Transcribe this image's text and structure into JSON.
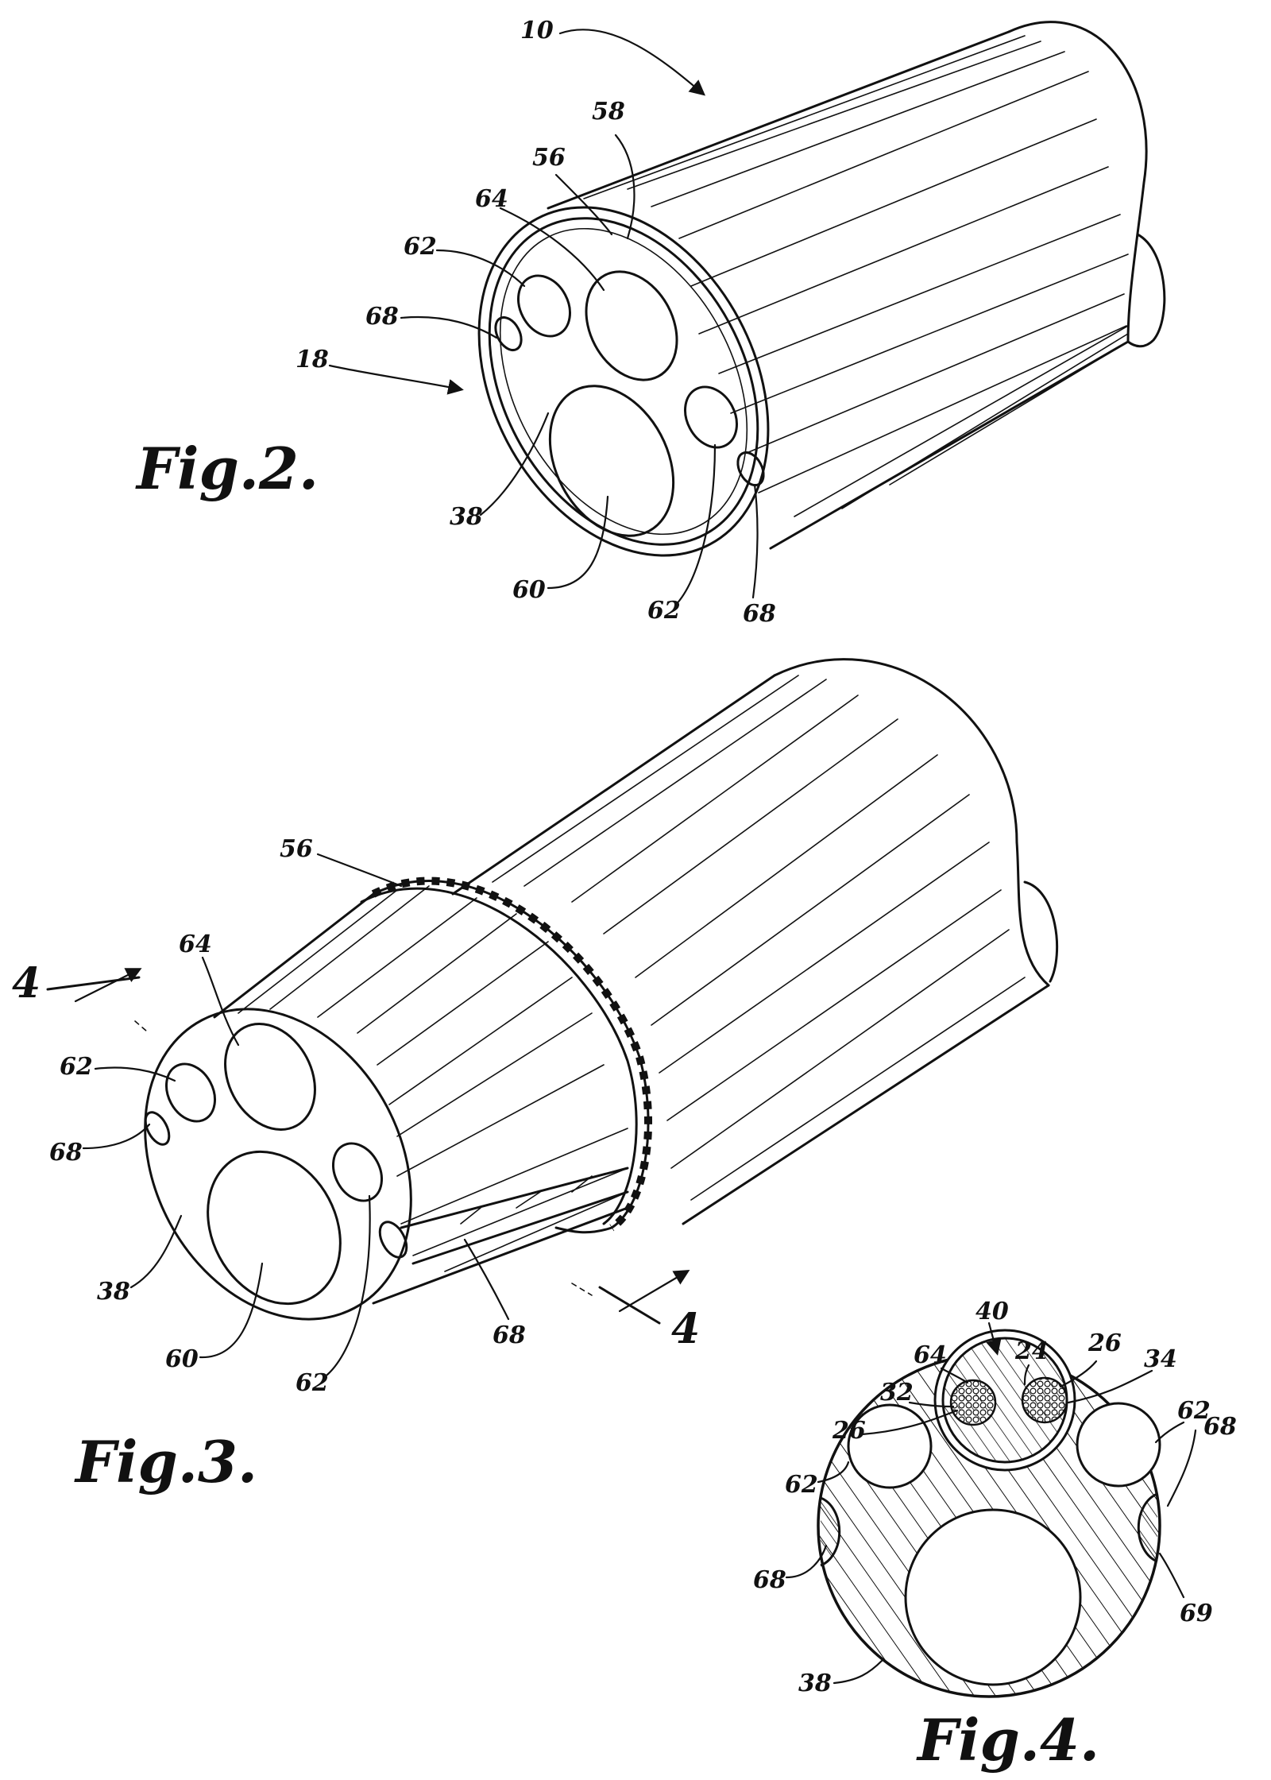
{
  "figures": {
    "fig2": {
      "caption": "Fig.2.",
      "refs": {
        "r10": "10",
        "r58": "58",
        "r56": "56",
        "r64": "64",
        "r62a": "62",
        "r68a": "68",
        "r18": "18",
        "r38": "38",
        "r60": "60",
        "r62b": "62",
        "r68b": "68"
      }
    },
    "fig3": {
      "caption": "Fig.3.",
      "section_marks": {
        "left": "4",
        "right": "4"
      },
      "refs": {
        "r56": "56",
        "r64": "64",
        "r62a": "62",
        "r68a": "68",
        "r38": "38",
        "r60": "60",
        "r62b": "62",
        "r68b": "68"
      }
    },
    "fig4": {
      "caption": "Fig.4.",
      "refs": {
        "r40": "40",
        "r64": "64",
        "r24": "24",
        "r26a": "26",
        "r34": "34",
        "r32": "32",
        "r26b": "26",
        "r62a": "62",
        "r62b": "62",
        "r68a": "68",
        "r68b": "68",
        "r69": "69",
        "r38": "38"
      }
    }
  }
}
